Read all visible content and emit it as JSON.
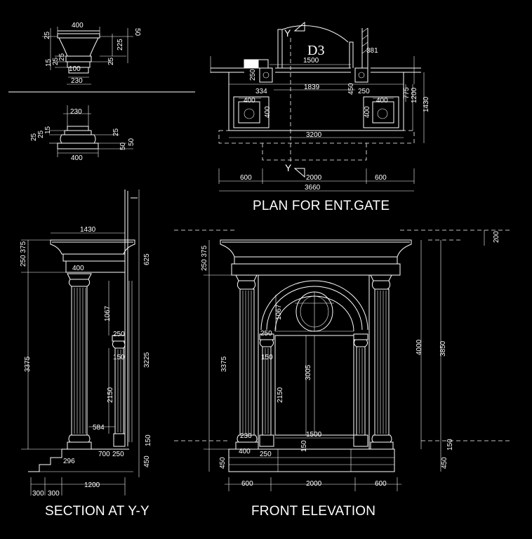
{
  "titles": {
    "plan": "PLAN FOR ENT.GATE",
    "section": "SECTION AT Y-Y",
    "elevation": "FRONT ELEVATION"
  },
  "plan": {
    "door_tag": "D3",
    "section_marker_top": "Y",
    "section_marker_bottom": "Y",
    "dims": {
      "top_1500": "1500",
      "top_381": "381",
      "d_1839": "1839",
      "d_334": "334",
      "d_250_left": "250",
      "d_450": "450",
      "d_250_right": "250",
      "d_400_left": "400",
      "d_400_right": "400",
      "d_400_left_v": "400",
      "d_400_right_v": "400",
      "d_775": "775",
      "d_1200": "1200",
      "d_1430": "1430",
      "d_3200": "3200",
      "d_600_left": "600",
      "d_2000": "2000",
      "d_600_right": "600",
      "d_3660": "3660"
    }
  },
  "capital_detail": {
    "top_400": "400",
    "left_25": "25",
    "right_50": "50",
    "right_225": "225",
    "left_15": "15",
    "left_25b": "25",
    "left_25c": "25",
    "right_25": "25",
    "right_100": "100",
    "bottom_230": "230"
  },
  "base_detail": {
    "top_230": "230",
    "left_25a": "25",
    "left_25b": "25",
    "left_15": "15",
    "right_25": "25",
    "right_50": "50",
    "right_50b": "50",
    "bottom_400": "400"
  },
  "section": {
    "dims": {
      "top_1430": "1430",
      "d_400": "400",
      "d_250_375": "250 375",
      "d_625": "625",
      "d_3375": "3375",
      "d_1067": "1067",
      "d_250": "250",
      "d_150": "150",
      "d_3225": "3225",
      "d_2150": "2150",
      "d_584": "584",
      "d_150b": "150",
      "d_700": "700",
      "d_296": "296",
      "d_250b": "250",
      "d_450": "450",
      "d_300a": "300",
      "d_300b": "300",
      "d_1200": "1200"
    }
  },
  "elevation": {
    "dims": {
      "d_200": "200",
      "d_250_375": "250 375",
      "d_3375": "3375",
      "d_4000": "4000",
      "d_3850": "3850",
      "d_1067": "1067",
      "d_250": "250",
      "d_150": "150",
      "d_2150": "2150",
      "d_3005": "3005",
      "d_1500": "1500",
      "d_230": "230",
      "d_150b": "150",
      "d_400": "400",
      "d_250b": "250",
      "d_450": "450",
      "d_450r": "450",
      "d_150r": "150",
      "d_600_left": "600",
      "d_2000": "2000",
      "d_600_right": "600"
    }
  }
}
